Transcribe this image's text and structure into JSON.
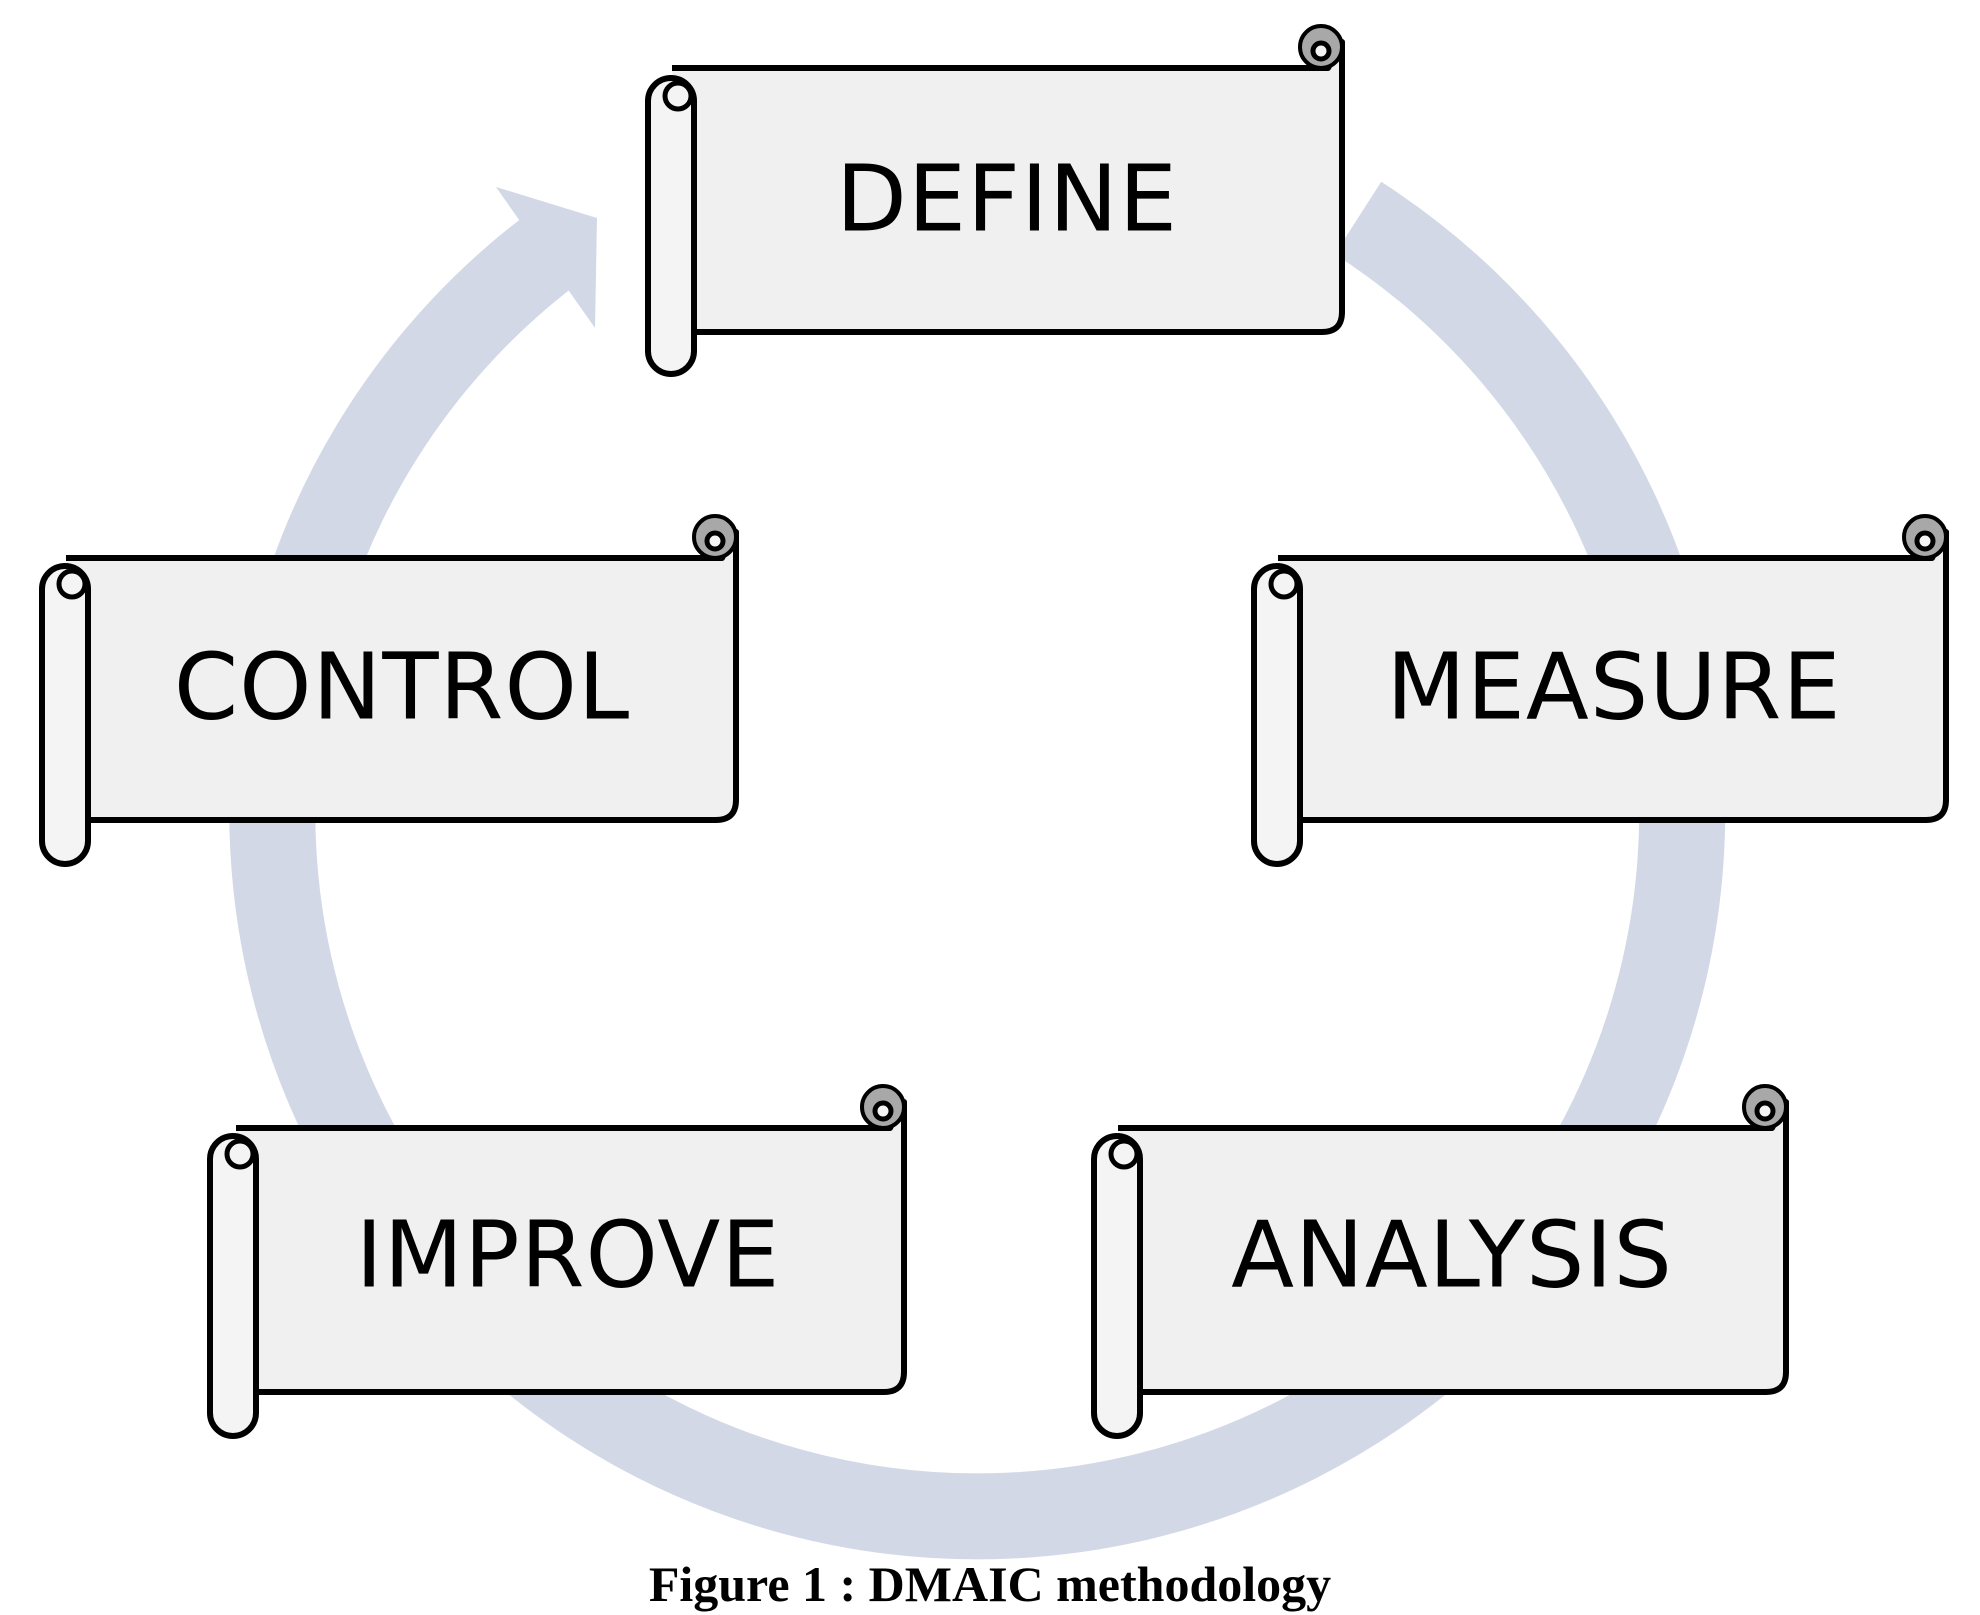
{
  "steps": [
    {
      "id": "define",
      "label": "DEFINE"
    },
    {
      "id": "measure",
      "label": "MEASURE"
    },
    {
      "id": "analysis",
      "label": "ANALYSIS"
    },
    {
      "id": "improve",
      "label": "IMPROVE"
    },
    {
      "id": "control",
      "label": "CONTROL"
    }
  ],
  "caption": "Figure 1 : DMAIC methodology",
  "colors": {
    "cycle_arrow": "#d2d8e6",
    "scroll_fill": "#f0f0f0",
    "scroll_outline": "#000000"
  }
}
